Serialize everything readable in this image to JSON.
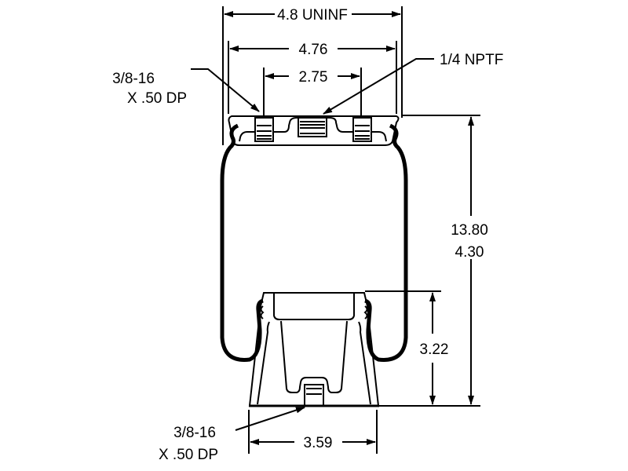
{
  "drawing": {
    "dimensions": {
      "overall_width": "4.8 UNINF",
      "plate_width": "4.76",
      "stud_spacing": "2.75",
      "height_max": "13.80",
      "height_min": "4.30",
      "piston_height": "3.22",
      "piston_base_width": "3.59"
    },
    "callouts": {
      "top_thread_line1": "3/8-16",
      "top_thread_line2": "X .50 DP",
      "air_fitting": "1/4 NPTF",
      "bottom_thread_line1": "3/8-16",
      "bottom_thread_line2": "X .50 DP"
    },
    "line_color": "#000000",
    "background_color": "#ffffff"
  }
}
